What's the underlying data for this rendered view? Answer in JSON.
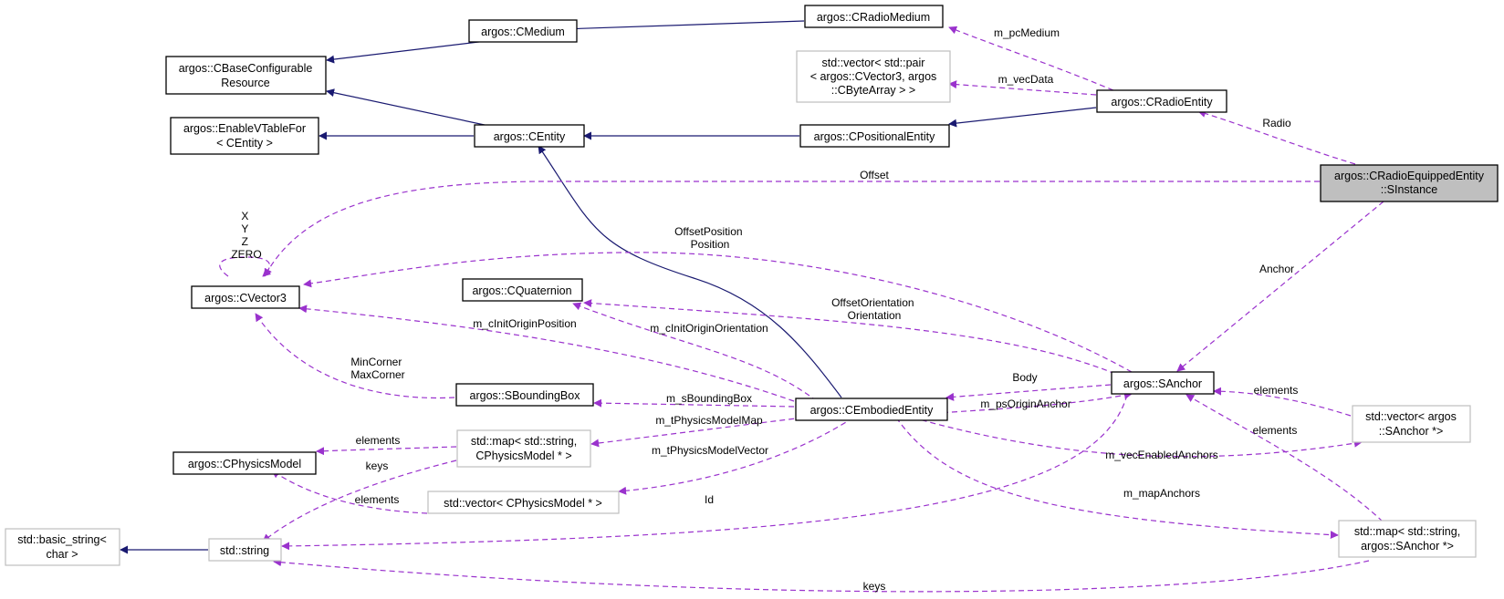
{
  "colors": {
    "inheritance_edge": "#191970",
    "usage_edge": "#9a32cd",
    "focus_node_fill": "#bfbfbf",
    "external_node_border": "#bfbfbf",
    "node_border": "#000000"
  },
  "nodes": {
    "cmedium": [
      "argos::CMedium"
    ],
    "cradiomedium": [
      "argos::CRadioMedium"
    ],
    "cbaseconfigurable": [
      "argos::CBaseConfigurable",
      "Resource"
    ],
    "stdvector_pair": [
      "std::vector< std::pair",
      "< argos::CVector3, argos",
      "::CByteArray > >"
    ],
    "cradioentity": [
      "argos::CRadioEntity"
    ],
    "enablevtable": [
      "argos::EnableVTableFor",
      "< CEntity >"
    ],
    "centity": [
      "argos::CEntity"
    ],
    "cpositionalentity": [
      "argos::CPositionalEntity"
    ],
    "sinstance": [
      "argos::CRadioEquippedEntity",
      "::SInstance"
    ],
    "cvector3": [
      "argos::CVector3"
    ],
    "cquaternion": [
      "argos::CQuaternion"
    ],
    "sanchor": [
      "argos::SAnchor"
    ],
    "sboundingbox": [
      "argos::SBoundingBox"
    ],
    "cembodiedentity": [
      "argos::CEmbodiedEntity"
    ],
    "stdvector_sanchor": [
      "std::vector< argos",
      "::SAnchor *>"
    ],
    "cphysicsmodel": [
      "argos::CPhysicsModel"
    ],
    "stdmap_physics": [
      "std::map< std::string,",
      "CPhysicsModel * >"
    ],
    "stdvector_physics": [
      "std::vector< CPhysicsModel * >"
    ],
    "basic_string": [
      "std::basic_string<",
      "char >"
    ],
    "stdstring": [
      "std::string"
    ],
    "stdmap_sanchor": [
      "std::map< std::string,",
      "argos::SAnchor *>"
    ]
  },
  "edge_labels": {
    "m_pcmedium": [
      "m_pcMedium"
    ],
    "m_vecdata": [
      "m_vecData"
    ],
    "radio": [
      "Radio"
    ],
    "offset": [
      "Offset"
    ],
    "anchor": [
      "Anchor"
    ],
    "self_loop": [
      "X",
      "Y",
      "Z",
      "ZERO"
    ],
    "offsetposition": [
      "OffsetPosition",
      "Position"
    ],
    "offsetorientation": [
      "OffsetOrientation",
      "Orientation"
    ],
    "m_cinitoriginposition": [
      "m_cInitOriginPosition"
    ],
    "m_cinitoriginorientation": [
      "m_cInitOriginOrientation"
    ],
    "mincorner": [
      "MinCorner",
      "MaxCorner"
    ],
    "body": [
      "Body"
    ],
    "m_sboundingbox": [
      "m_sBoundingBox"
    ],
    "m_psoriginanchor": [
      "m_psOriginAnchor"
    ],
    "elements_vec": [
      "elements"
    ],
    "m_tphysicsmodelmap": [
      "m_tPhysicsModelMap"
    ],
    "elements_map_anchor": [
      "elements"
    ],
    "elements_physmap": [
      "elements"
    ],
    "m_vecenabledanchors": [
      "m_vecEnabledAnchors"
    ],
    "keys_physmap": [
      "keys"
    ],
    "m_tphysicsmodelvector": [
      "m_tPhysicsModelVector"
    ],
    "id": [
      "Id"
    ],
    "elements_physvec": [
      "elements"
    ],
    "m_mapanchors": [
      "m_mapAnchors"
    ],
    "keys_anchor": [
      "keys"
    ]
  }
}
